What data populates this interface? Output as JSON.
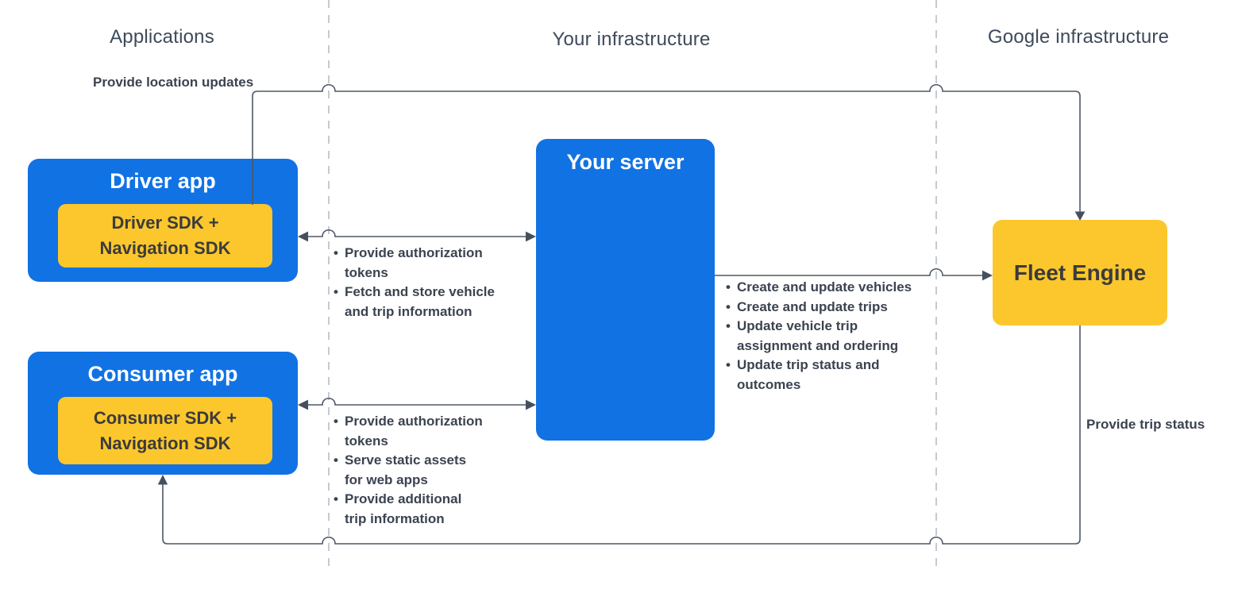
{
  "bullet": "•",
  "columns": [
    {
      "label": "Applications"
    },
    {
      "label": "Your infrastructure"
    },
    {
      "label": "Google infrastructure"
    }
  ],
  "nodes": {
    "driver_app": {
      "title": "Driver app",
      "sdk": "Driver SDK +\nNavigation SDK"
    },
    "consumer_app": {
      "title": "Consumer app",
      "sdk": "Consumer SDK +\nNavigation SDK"
    },
    "your_server": {
      "title": "Your server"
    },
    "fleet_engine": {
      "title": "Fleet Engine"
    }
  },
  "edges": {
    "location_updates": {
      "label": "Provide location updates"
    },
    "trip_status": {
      "label": "Provide trip status"
    },
    "driver_server": {
      "items": [
        "Provide authorization\ntokens",
        "Fetch and store vehicle\nand trip information"
      ]
    },
    "server_fleet": {
      "items": [
        "Create and update vehicles",
        "Create and update trips",
        "Update vehicle trip\nassignment and ordering",
        "Update trip status and\noutcomes"
      ]
    },
    "consumer_server": {
      "items": [
        "Provide authorization\ntokens",
        "Serve static assets\nfor web apps",
        "Provide additional\ntrip information"
      ]
    }
  },
  "colors": {
    "box_blue": "#1172e4",
    "box_yellow": "#fcc72c",
    "line": "#4e5866",
    "dashed_divider": "#b7bdc6",
    "heading_text": "#3e4a5a",
    "dark_text": "#3b3b3b",
    "label_text": "#3b4350"
  }
}
